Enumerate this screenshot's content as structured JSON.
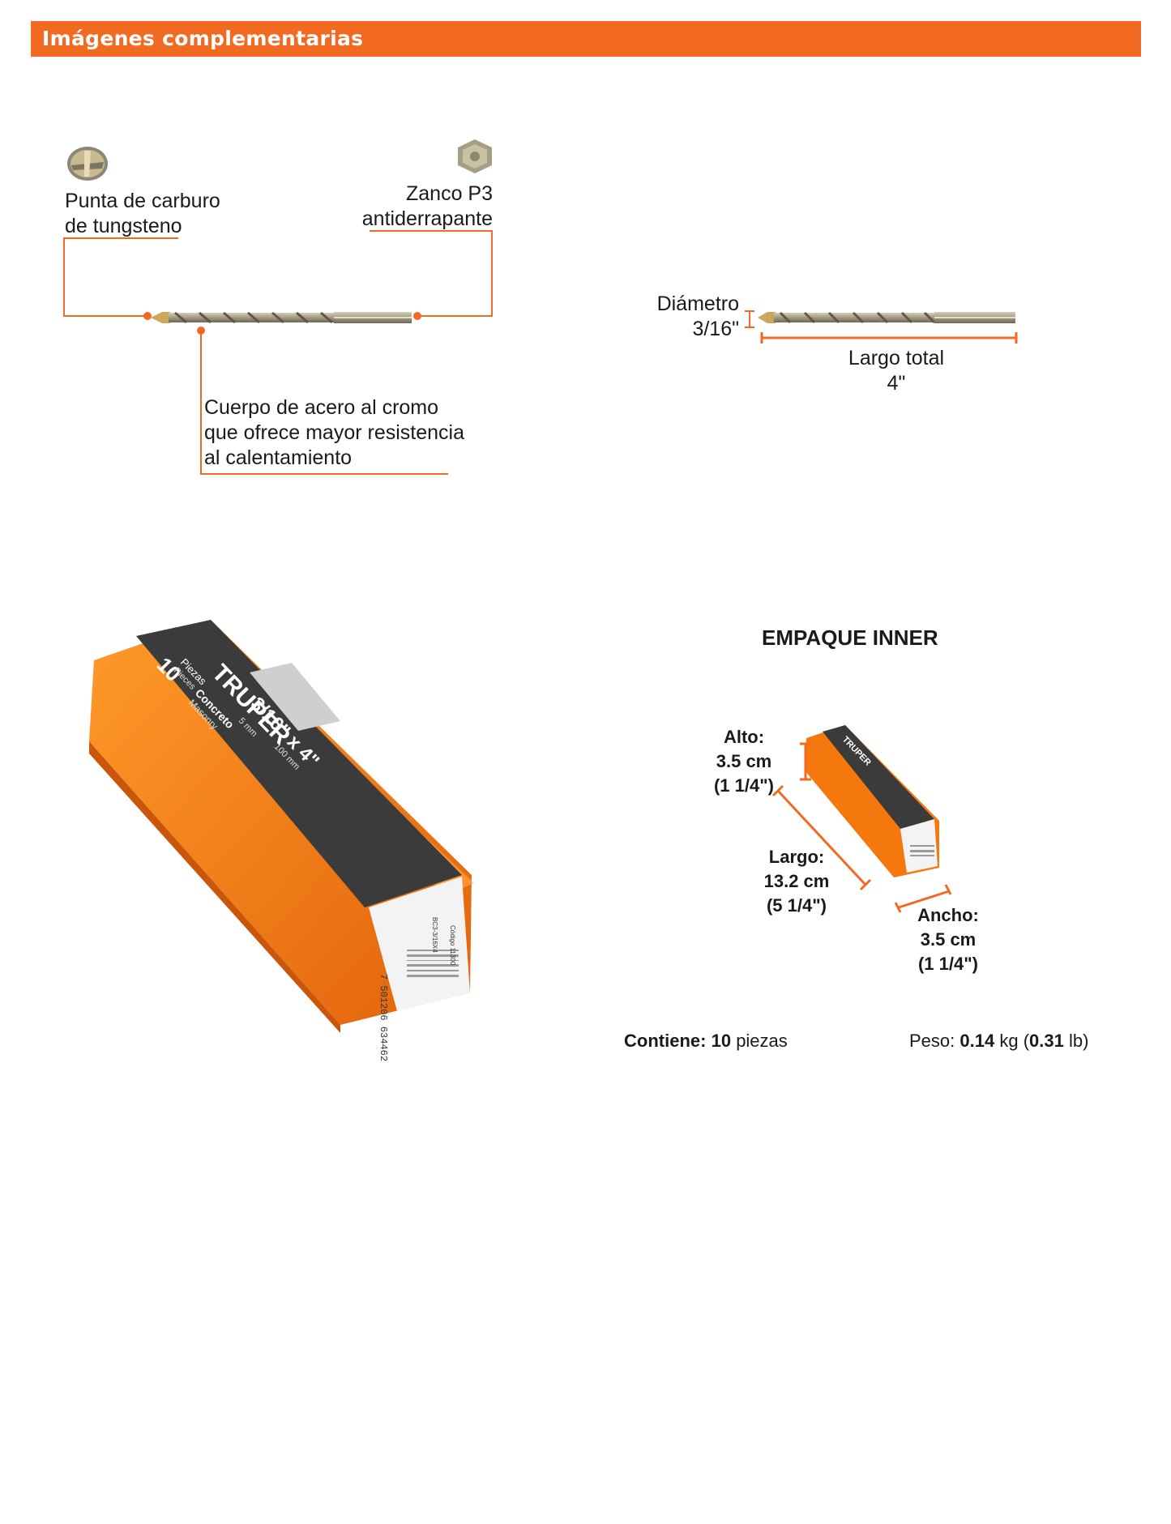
{
  "header": {
    "title": "Imágenes complementarias"
  },
  "features": {
    "tip": [
      "Punta de carburo",
      "de tungsteno"
    ],
    "shank": [
      "Zanco P3",
      "antiderrapante"
    ],
    "body": [
      "Cuerpo de acero al cromo",
      "que ofrece mayor resistencia",
      "al calentamiento"
    ]
  },
  "dimensions": {
    "diameter_label": "Diámetro",
    "diameter_value": "3/16\"",
    "length_label": "Largo total",
    "length_value": "4\""
  },
  "package_box": {
    "brand": "TRUPER",
    "pieces": "10",
    "pieces_label": "Piezas",
    "pieces_label_en": "Pieces",
    "material": "Concreto",
    "material_en": "Masonry",
    "size": "3/16\" x 4\"",
    "size_mm": "5 mm",
    "length_mm": "100 mm",
    "barcode": "7 501206 634462",
    "code": "Código 11300",
    "model": "BC3-3/16X4"
  },
  "inner_pack": {
    "title": "EMPAQUE INNER",
    "alto": [
      "Alto:",
      "3.5 cm",
      "(1 1/4\")"
    ],
    "largo": [
      "Largo:",
      "13.2 cm",
      "(5 1/4\")"
    ],
    "ancho": [
      "Ancho:",
      "3.5 cm",
      "(1 1/4\")"
    ]
  },
  "footer": {
    "contains_label": "Contiene:",
    "contains_value": "10",
    "contains_unit": "piezas",
    "weight_label": "Peso:",
    "weight_kg": "0.14",
    "weight_kg_unit": "kg",
    "weight_lb": "0.31",
    "weight_lb_unit": "lb"
  },
  "colors": {
    "accent": "#f26a22",
    "box_orange": "#f5780f",
    "label_dark": "#3a3a3a"
  }
}
